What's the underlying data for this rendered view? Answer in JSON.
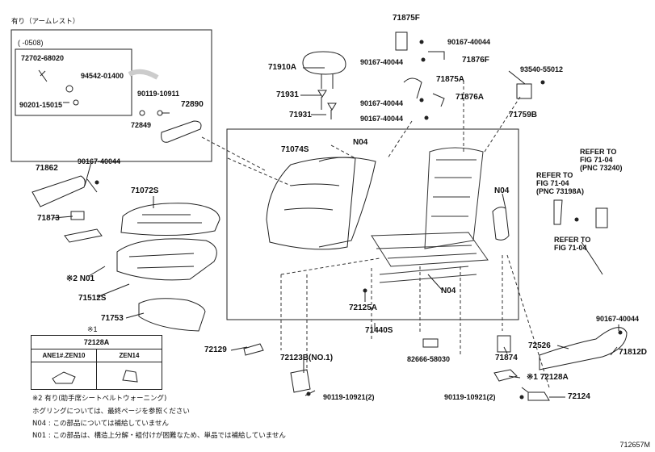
{
  "header": {
    "armrest_title": "有り（アームレスト）",
    "armrest_date_range": "(    -0508)"
  },
  "callouts": {
    "c72702": "72702-68020",
    "c94542": "94542-01400",
    "c90201": "90201-15015",
    "c90119a": "90119-10911",
    "c72849": "72849",
    "c72890": "72890",
    "c71910A": "71910A",
    "c71931a": "71931",
    "c71931b": "71931",
    "c71875F": "71875F",
    "c90167a": "90167-40044",
    "c90167b": "90167-40044",
    "c71876F": "71876F",
    "c71875A": "71875A",
    "c90167c": "90167-40044",
    "c71876A": "71876A",
    "c90167d": "90167-40044",
    "c93540": "93540-55012",
    "c71759B": "71759B",
    "c71074S": "71074S",
    "cN04a": "N04",
    "cN04b": "N04",
    "c71862": "71862",
    "c90167e": "90167-40044",
    "c71072S": "71072S",
    "c71873": "71873",
    "cN01": "※2 N01",
    "c71512S": "71512S",
    "c71753": "71753",
    "c72125A": "72125A",
    "cN04c": "N04",
    "c71440S": "71440S",
    "c72129": "72129",
    "c72123B": "72123B(NO.1)",
    "c82666": "82666-58030",
    "c71874": "71874",
    "c90119b": "90119-10921(2)",
    "c90119c": "90119-10921(2)",
    "c72124": "72124",
    "c72526": "72526",
    "c72128A": "※1 72128A",
    "c90167f": "90167-40044",
    "c71812D": "71812D",
    "refer1": "REFER TO\nFIG 71-04\n(PNC 73240)",
    "refer2": "REFER TO\nFIG 71-04\n(PNC 73198A)",
    "refer3": "REFER TO\nFIG 71-04"
  },
  "variant_table": {
    "marker": "※1",
    "part": "72128A",
    "col1": "ANE1#.ZEN10",
    "col2": "ZEN14"
  },
  "notes": {
    "n1": "※2 有り(助手席シートベルトウォーニング)",
    "n2": "ホグリングについては、最終ページを参照ください",
    "n3": "N04 : この部品については補給していません",
    "n4": "N01 : この部品は、構造上分解・組付けが困難なため、単品では補給していません"
  },
  "figure_id": "712657M"
}
